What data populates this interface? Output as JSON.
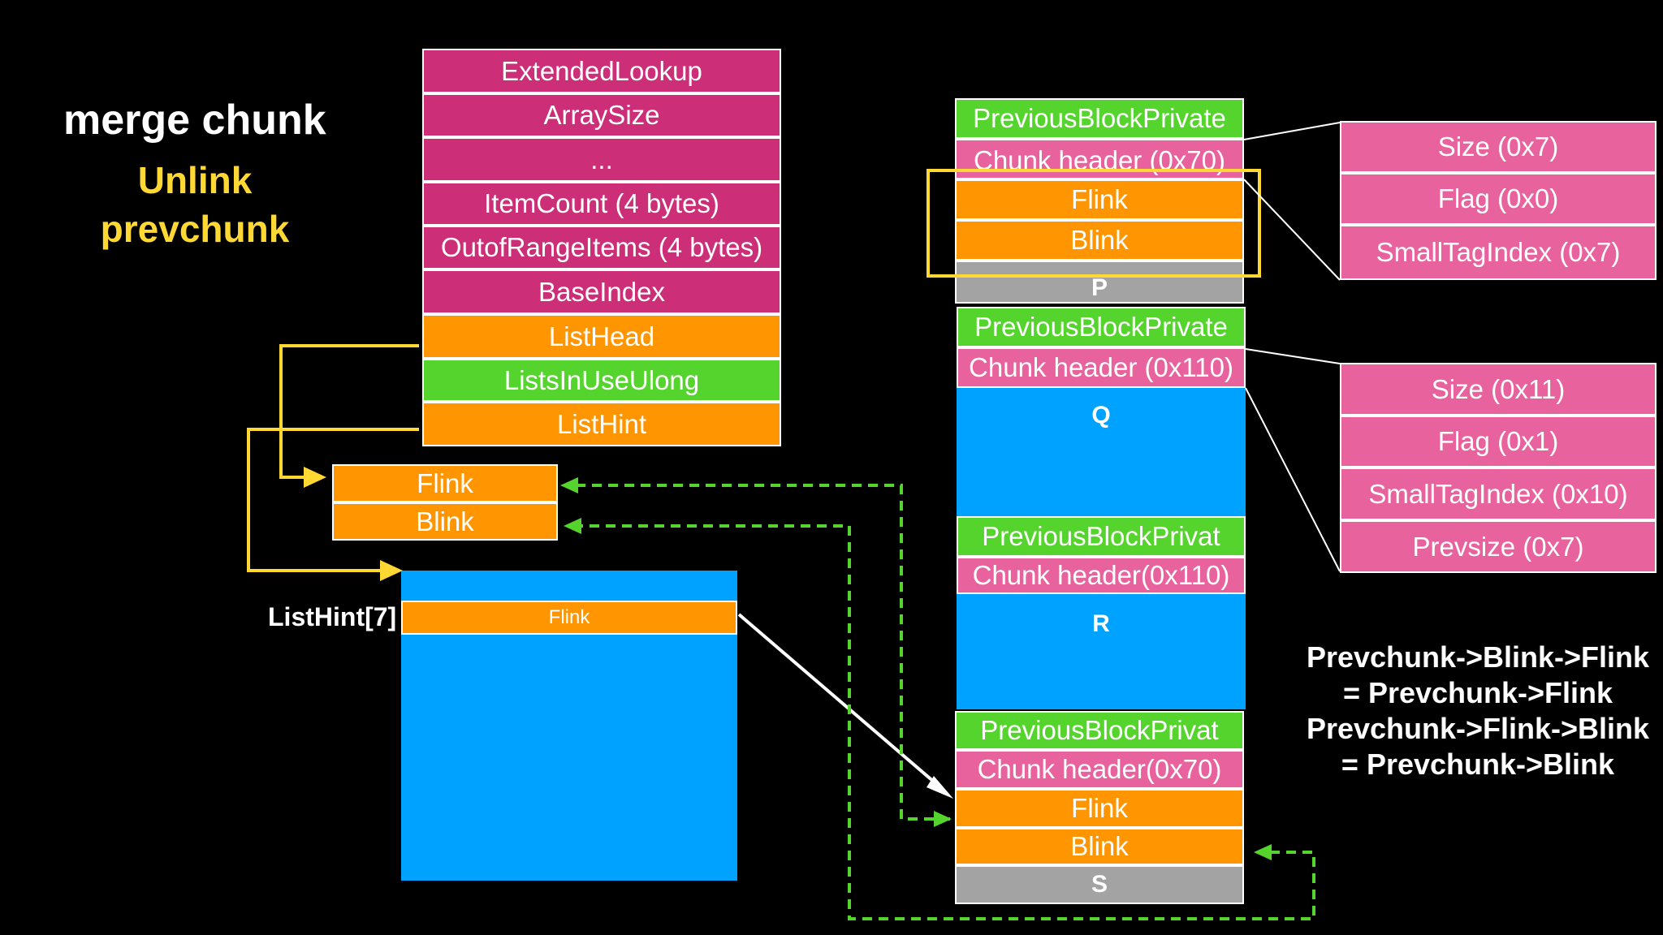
{
  "title": "merge chunk",
  "subtitle": [
    "Unlink",
    "prevchunk"
  ],
  "heap_struct": [
    "ExtendedLookup",
    "ArraySize",
    "...",
    "ItemCount (4 bytes)",
    "OutofRangeItems (4 bytes)",
    "BaseIndex",
    "ListHead",
    "ListsInUseUlong",
    "ListHint"
  ],
  "listhead_entry": {
    "flink": "Flink",
    "blink": "Blink"
  },
  "listhint": {
    "label": "ListHint[7]",
    "flink": "Flink"
  },
  "chunk_p": {
    "prev": "PreviousBlockPrivate",
    "header": "Chunk header (0x70)",
    "flink": "Flink",
    "blink": "Blink",
    "name": "P"
  },
  "chunk_q": {
    "prev": "PreviousBlockPrivate",
    "header": "Chunk header (0x110)",
    "name": "Q"
  },
  "chunk_r": {
    "prev": "PreviousBlockPrivat",
    "header": "Chunk header(0x110)",
    "name": "R"
  },
  "chunk_s": {
    "prev": "PreviousBlockPrivat",
    "header": "Chunk header(0x70)",
    "flink": "Flink",
    "blink": "Blink",
    "name": "S"
  },
  "header_detail_1": [
    "Size (0x7)",
    "Flag (0x0)",
    "SmallTagIndex (0x7)"
  ],
  "header_detail_2": [
    "Size (0x11)",
    "Flag (0x1)",
    "SmallTagIndex (0x10)",
    "Prevsize (0x7)"
  ],
  "equations": [
    "Prevchunk->Blink->Flink",
    "= Prevchunk->Flink",
    "Prevchunk->Flink->Blink",
    "= Prevchunk->Blink"
  ],
  "colors": {
    "magenta": "#cc2e77",
    "orange": "#ff9500",
    "green": "#56d42e",
    "pink": "#e8639d",
    "gray": "#a3a3a3",
    "blue": "#00a2ff",
    "yellow": "#ffd834",
    "background": "#000000"
  }
}
